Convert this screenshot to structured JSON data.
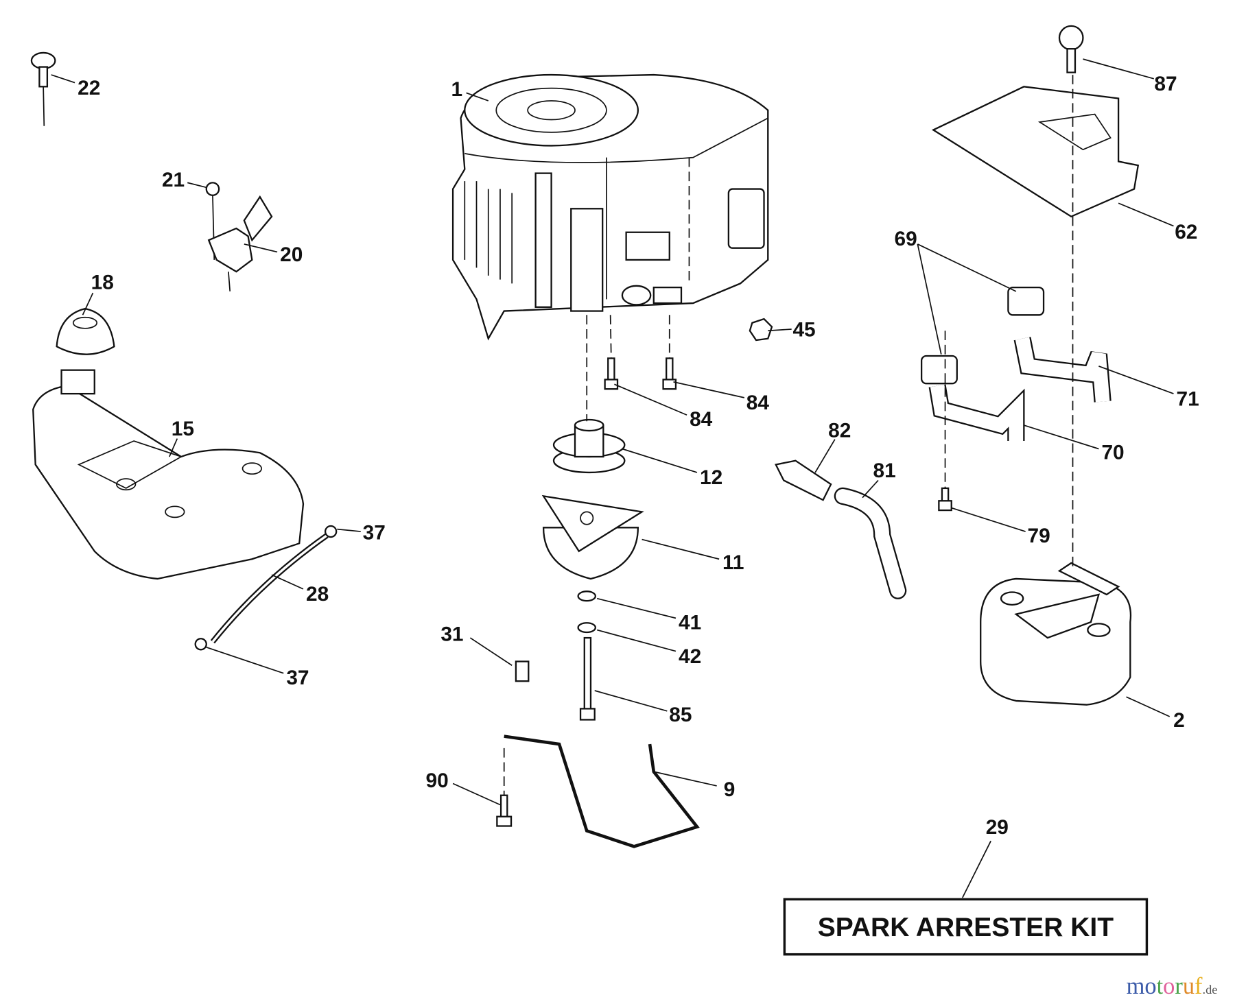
{
  "callouts": [
    "22",
    "1",
    "87",
    "21",
    "20",
    "69",
    "62",
    "18",
    "45",
    "84",
    "84",
    "71",
    "15",
    "82",
    "70",
    "81",
    "12",
    "37",
    "79",
    "11",
    "28",
    "41",
    "31",
    "42",
    "37",
    "85",
    "2",
    "90",
    "9",
    "29"
  ],
  "kit_label": "SPARK ARRESTER KIT",
  "watermark": {
    "text": "motoruf",
    "suffix": ".de",
    "colors": [
      "#3b5ba9",
      "#3b5ba9",
      "#4aa34a",
      "#e0609a",
      "#4aa34a",
      "#e08a2a",
      "#e8b020"
    ]
  }
}
